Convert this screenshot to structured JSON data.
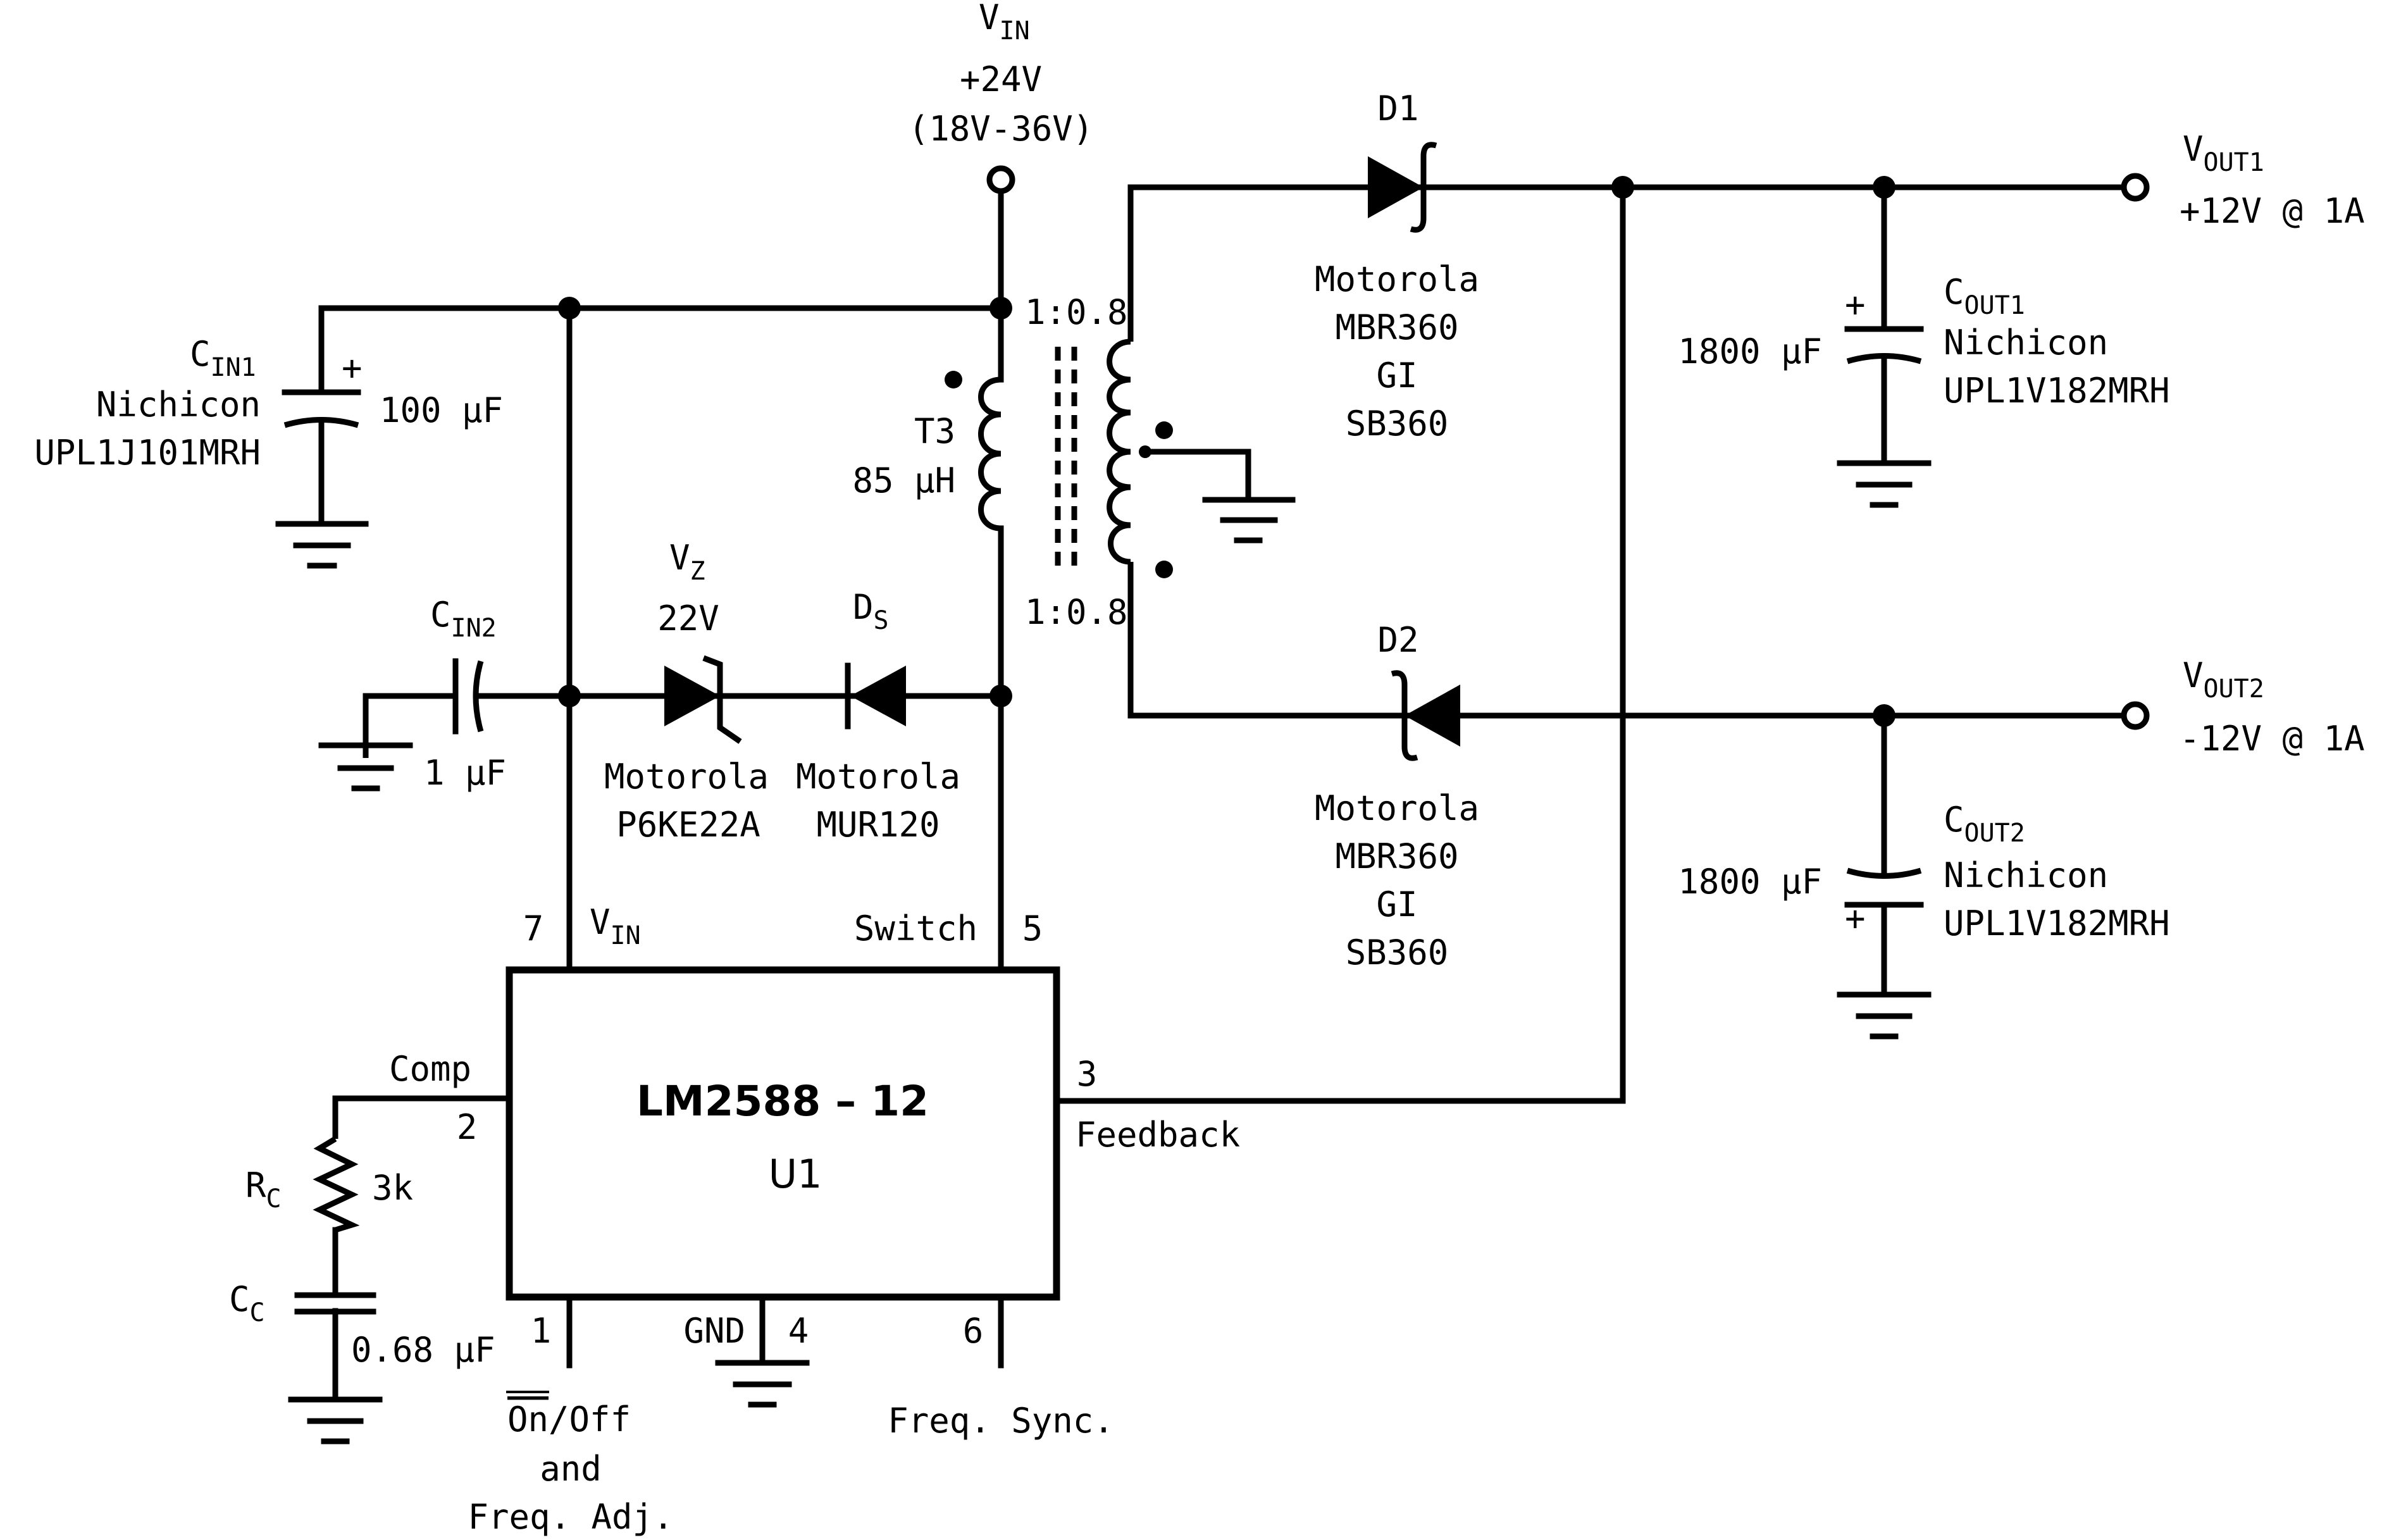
{
  "vin": {
    "label": "V",
    "sub": "IN",
    "voltage": "+24V",
    "range": "(18V-36V)"
  },
  "cin1": {
    "name": "C",
    "sub": "IN1",
    "maker": "Nichicon",
    "part": "UPL1J101MRH",
    "value": "100 µF",
    "plus": "+"
  },
  "cin2": {
    "name": "C",
    "sub": "IN2",
    "value": "1 µF"
  },
  "t3": {
    "name": "T3",
    "value": "85 µH",
    "ratio_top": "1:0.8",
    "ratio_bottom": "1:0.8"
  },
  "vz": {
    "name": "V",
    "sub": "Z",
    "value": "22V",
    "maker": "Motorola",
    "part": "P6KE22A"
  },
  "ds": {
    "name": "D",
    "sub": "S",
    "maker": "Motorola",
    "part": "MUR120"
  },
  "d1": {
    "name": "D1",
    "maker": "Motorola",
    "part": "MBR360",
    "alt_maker": "GI",
    "alt_part": "SB360"
  },
  "d2": {
    "name": "D2",
    "maker": "Motorola",
    "part": "MBR360",
    "alt_maker": "GI",
    "alt_part": "SB360"
  },
  "cout1": {
    "name": "C",
    "sub": "OUT1",
    "maker": "Nichicon",
    "part": "UPL1V182MRH",
    "value": "1800 µF",
    "plus": "+"
  },
  "cout2": {
    "name": "C",
    "sub": "OUT2",
    "maker": "Nichicon",
    "part": "UPL1V182MRH",
    "value": "1800 µF",
    "plus": "+"
  },
  "vout1": {
    "label": "V",
    "sub": "OUT1",
    "spec": "+12V @ 1A"
  },
  "vout2": {
    "label": "V",
    "sub": "OUT2",
    "spec": "-12V @ 1A"
  },
  "u1": {
    "part": "LM2588 – 12",
    "ref": "U1",
    "pins": {
      "vin": {
        "num": "7",
        "label": "V",
        "sub": "IN"
      },
      "switch": {
        "num": "5",
        "label": "Switch"
      },
      "comp": {
        "num": "2",
        "label": "Comp"
      },
      "feedback": {
        "num": "3",
        "label": "Feedback"
      },
      "onoff": {
        "num": "1",
        "label_over": "On",
        "label_rest": "/Off",
        "line2": "and",
        "line3": "Freq. Adj."
      },
      "gnd": {
        "num": "4",
        "label": "GND"
      },
      "sync": {
        "num": "6",
        "label": "Freq. Sync."
      }
    }
  },
  "rc": {
    "name": "R",
    "sub": "C",
    "value": "3k"
  },
  "cc": {
    "name": "C",
    "sub": "C",
    "value": "0.68 µF"
  }
}
